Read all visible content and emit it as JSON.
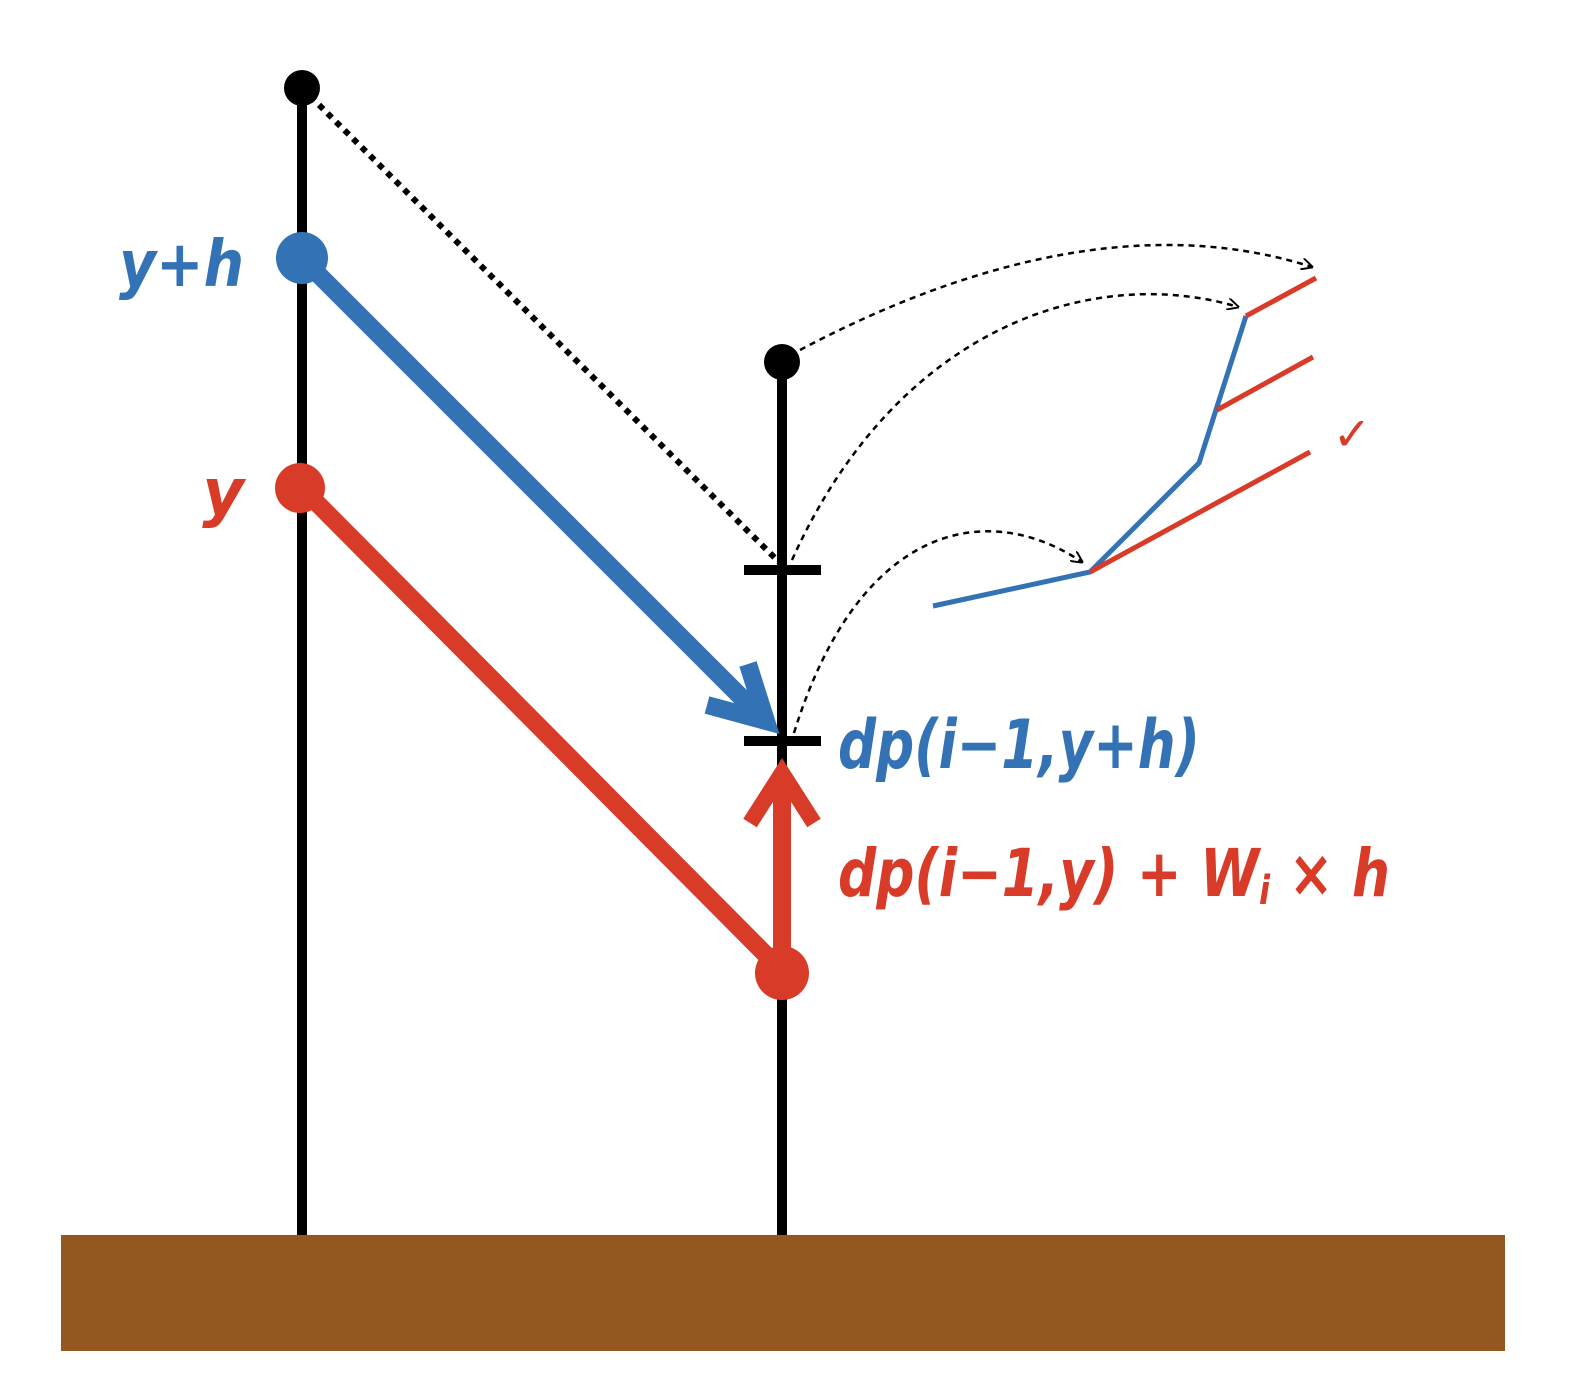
{
  "labels": {
    "left_top": "y+h",
    "left_bottom": "y",
    "blue_value": "dp(i−1,y+h)",
    "red_value_prefix": "dp(i−1,y) + W",
    "red_value_subscript": "i",
    "red_value_suffix": " × h",
    "check_mark": "✓"
  },
  "colors": {
    "blue": "#3272b5",
    "red": "#d83b27",
    "black": "#000000",
    "ground": "#955720",
    "background": "#ffffff"
  }
}
